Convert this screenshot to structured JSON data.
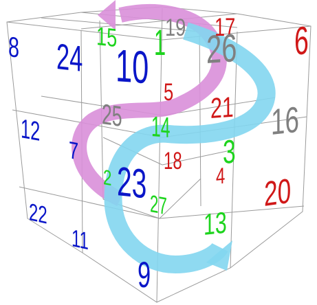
{
  "colors": {
    "blue": "#0a16c8",
    "green": "#1ed41e",
    "red": "#d01818",
    "gray": "#808080",
    "grid": "#9a9a9a",
    "arrow_pink": "#d98fd9",
    "arrow_cyan": "#83d6f0"
  },
  "numbers": [
    {
      "id": "n8",
      "text": "8"
    },
    {
      "id": "n24",
      "text": "24"
    },
    {
      "id": "n15",
      "text": "15"
    },
    {
      "id": "n1",
      "text": "1"
    },
    {
      "id": "n10",
      "text": "10"
    },
    {
      "id": "n19",
      "text": "19"
    },
    {
      "id": "n17",
      "text": "17"
    },
    {
      "id": "n26",
      "text": "26"
    },
    {
      "id": "n6",
      "text": "6"
    },
    {
      "id": "n5",
      "text": "5"
    },
    {
      "id": "n25",
      "text": "25"
    },
    {
      "id": "n21",
      "text": "21"
    },
    {
      "id": "n16",
      "text": "16"
    },
    {
      "id": "n12",
      "text": "12"
    },
    {
      "id": "n14",
      "text": "14"
    },
    {
      "id": "n7",
      "text": "7"
    },
    {
      "id": "n18",
      "text": "18"
    },
    {
      "id": "n3",
      "text": "3"
    },
    {
      "id": "n2",
      "text": "2"
    },
    {
      "id": "n23",
      "text": "23"
    },
    {
      "id": "n4",
      "text": "4"
    },
    {
      "id": "n20",
      "text": "20"
    },
    {
      "id": "n22",
      "text": "22"
    },
    {
      "id": "n27",
      "text": "27"
    },
    {
      "id": "n13",
      "text": "13"
    },
    {
      "id": "n11",
      "text": "11"
    },
    {
      "id": "n9",
      "text": "9"
    }
  ]
}
